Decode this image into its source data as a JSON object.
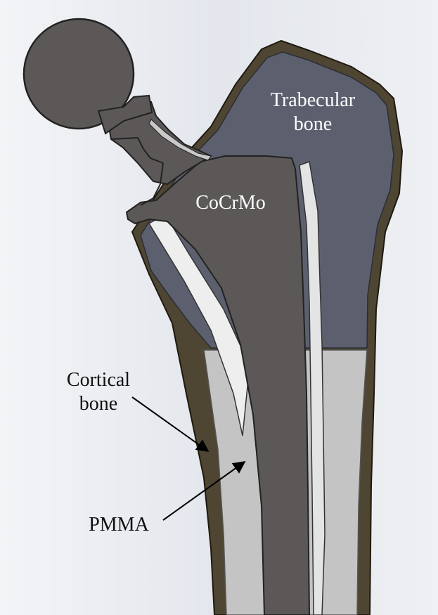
{
  "labels": {
    "trabecular_line1": "Trabecular",
    "trabecular_line2": "bone",
    "cocrmo": "CoCrMo",
    "cortical_line1": "Cortical",
    "cortical_line2": "bone",
    "pmma": "PMMA"
  },
  "materials": {
    "cortical_bone": "#4e4632",
    "trabecular_bone": "#5c606e",
    "implant": "#5b5857",
    "pmma": "#c4c4c4",
    "background": "#e6e8ee"
  }
}
